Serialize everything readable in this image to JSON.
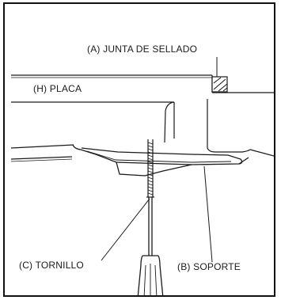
{
  "labels": {
    "seal": "(A) JUNTA DE SELLADO",
    "plate": "(H) PLACA",
    "screw": "(C) TORNILLO",
    "bracket": "(B) SOPORTE"
  }
}
